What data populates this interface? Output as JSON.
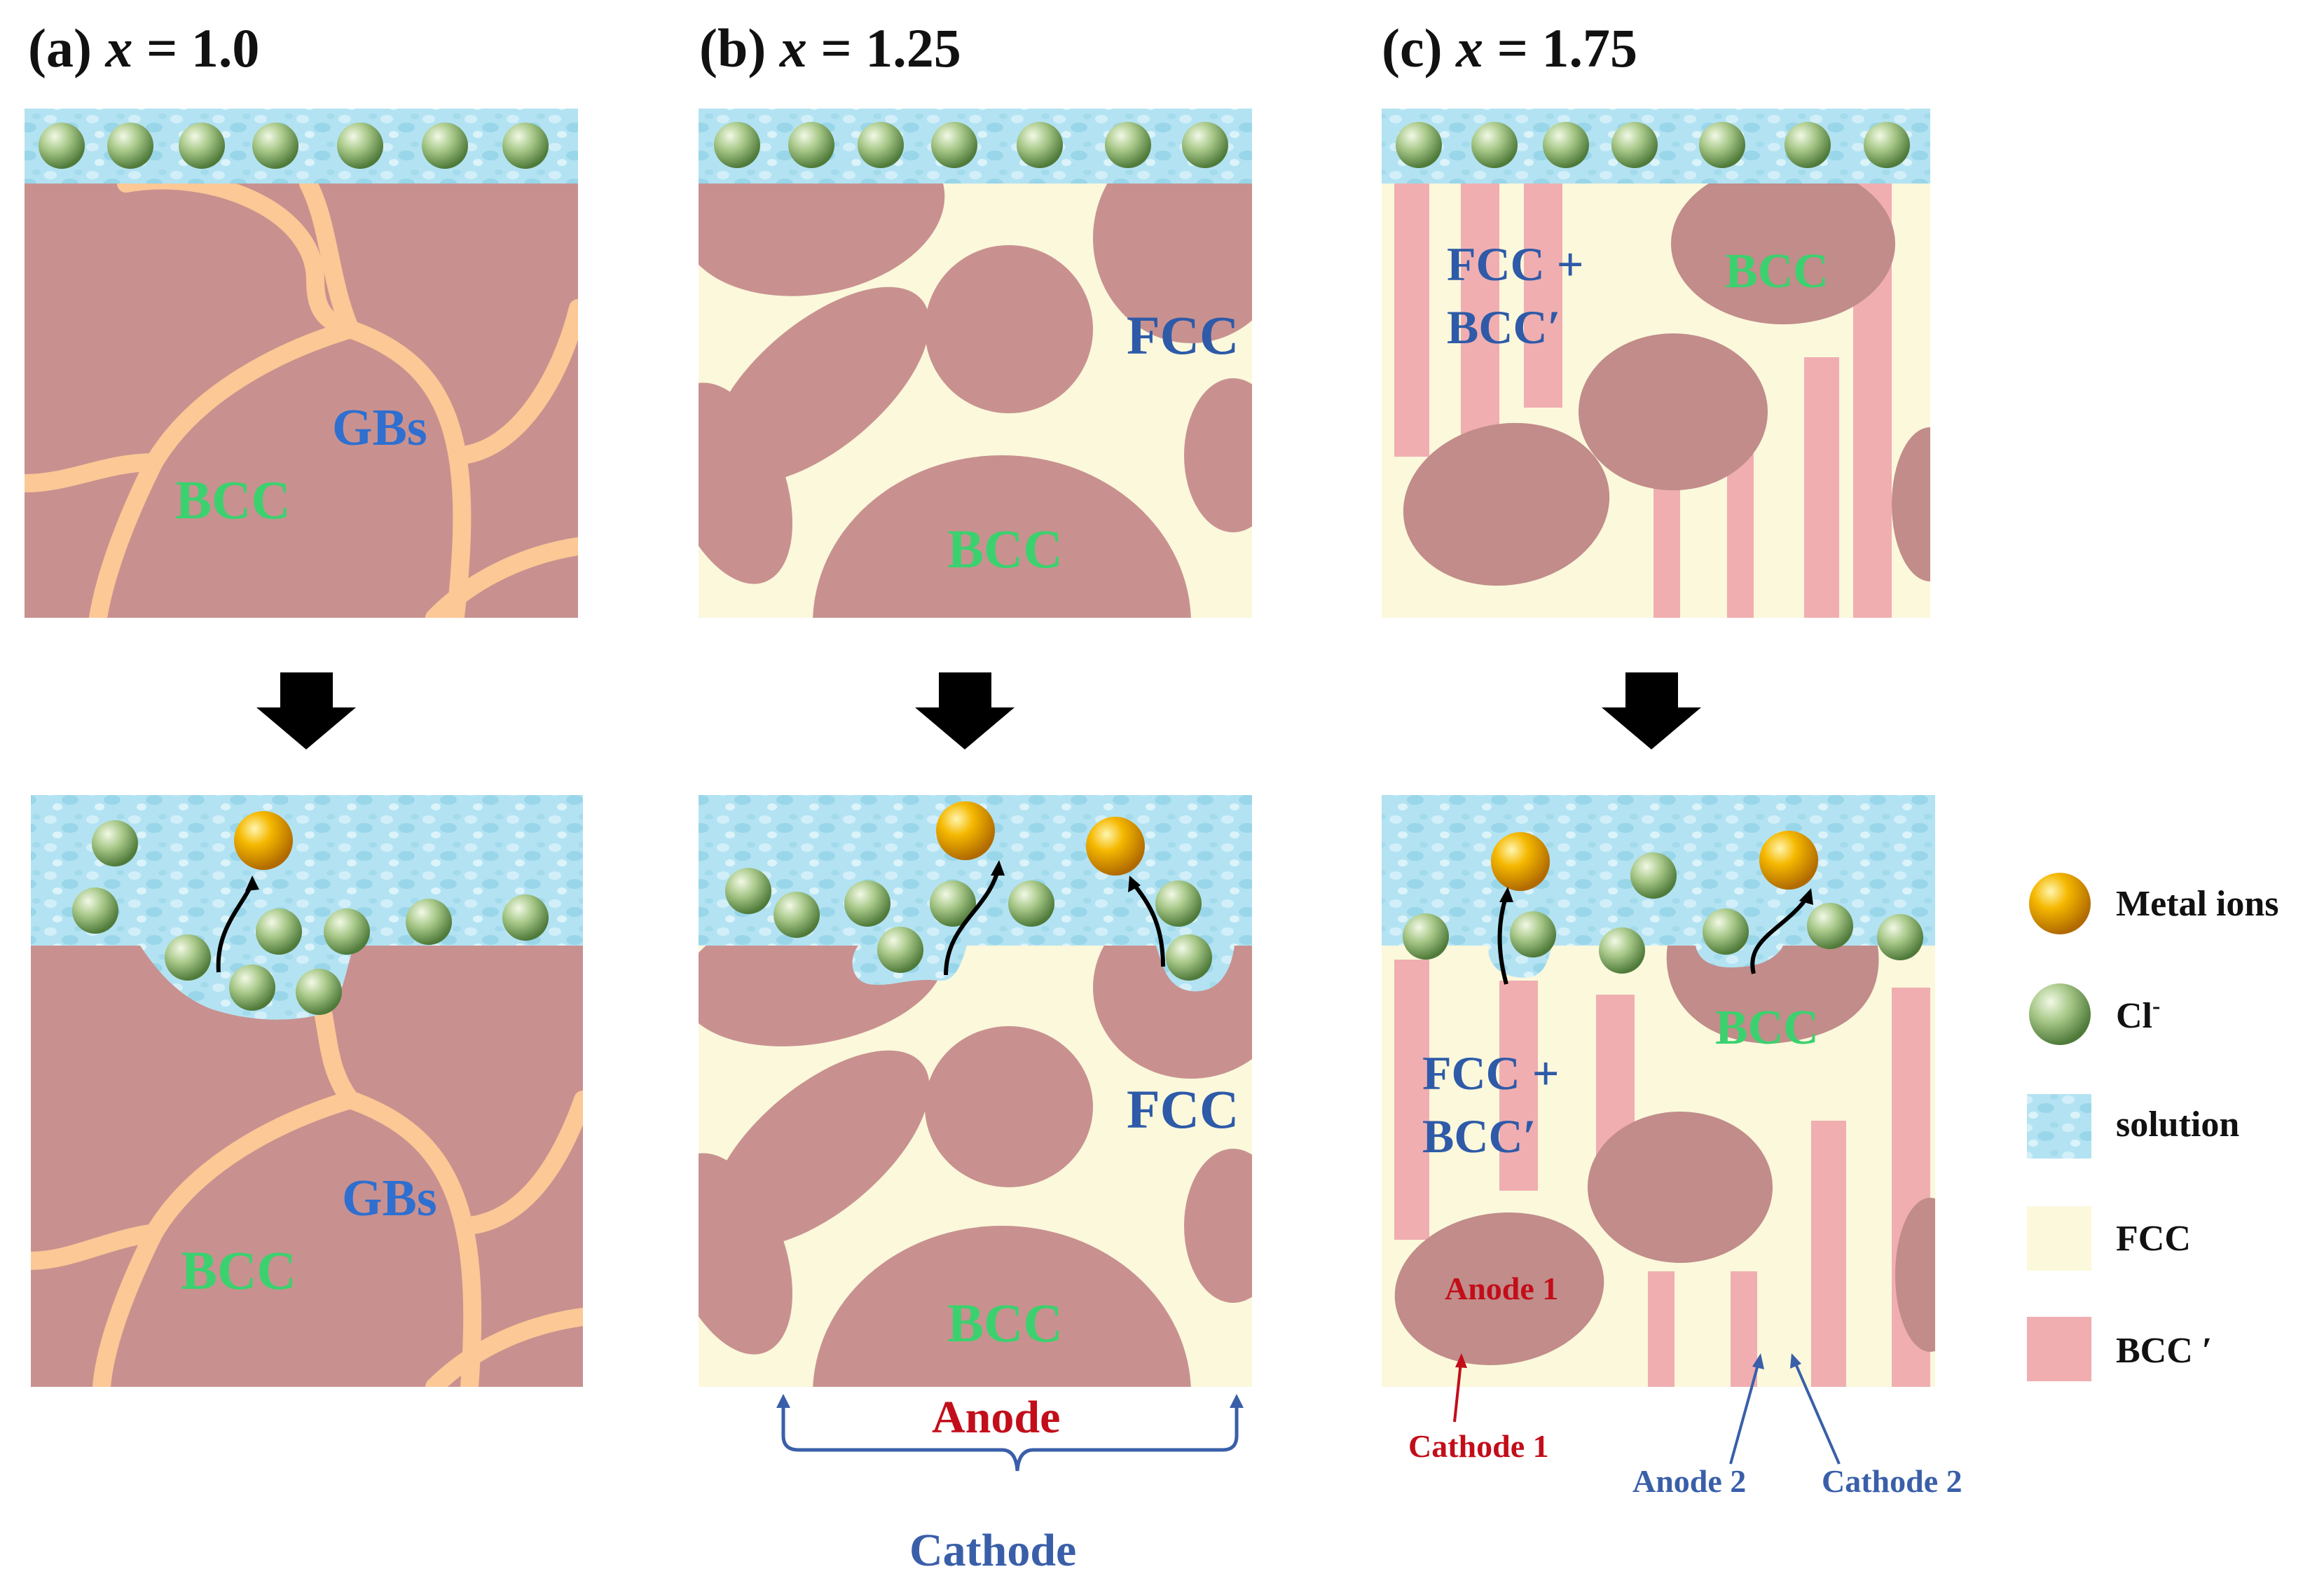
{
  "panels": {
    "a": {
      "title_prefix": "(a) ",
      "title_var": "x",
      "title_suffix": " = 1.0",
      "bcc": "BCC",
      "gbs": "GBs"
    },
    "b": {
      "title_prefix": "(b) ",
      "title_var": "x",
      "title_suffix": " = 1.25",
      "bcc": "BCC",
      "fcc": "FCC",
      "anode": "Anode",
      "cathode": "Cathode"
    },
    "c": {
      "title_prefix": "(c) ",
      "title_var": "x",
      "title_suffix": " = 1.75",
      "bcc": "BCC",
      "fcc_line1": "FCC  +",
      "fcc_line2": "BCC′",
      "anode1": "Anode 1",
      "cathode1": "Cathode 1",
      "anode2": "Anode 2",
      "cathode2": "Cathode 2"
    }
  },
  "legend": {
    "items": [
      {
        "label": "Metal ions",
        "color": "#f2a900"
      },
      {
        "label": "Cl",
        "superscript": "-",
        "color": "#8fb070"
      },
      {
        "label": "solution",
        "color": "#a8ddef"
      },
      {
        "label": "FCC",
        "color": "#fbf8dc"
      },
      {
        "label": "BCC ′",
        "color": "#f0aeb0"
      }
    ]
  },
  "colors": {
    "bcc_grain": "#c8918f",
    "bcc_dark": "#c18c89",
    "fcc": "#fbf8dc",
    "bcc_prime": "#f0aeb0",
    "grain_boundary": "#fbc896",
    "solution": "#a8ddef",
    "arrow": "#000000"
  }
}
